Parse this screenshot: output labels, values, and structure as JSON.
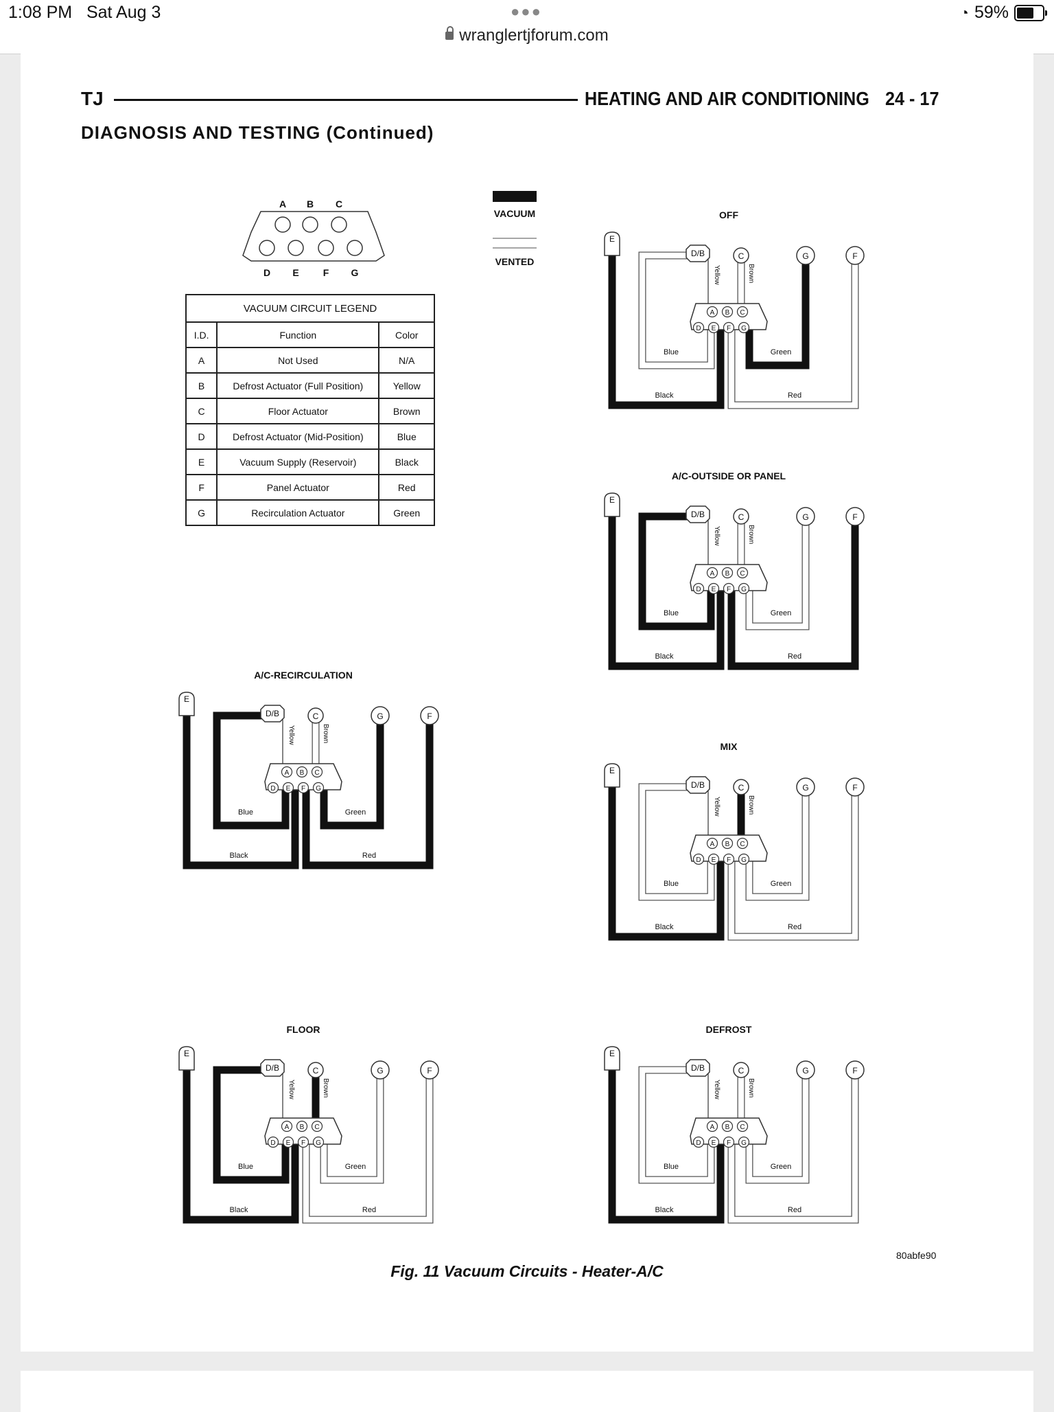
{
  "status_bar": {
    "time": "1:08 PM",
    "date": "Sat Aug 3",
    "url": "wranglertjforum.com",
    "battery": "59%",
    "battery_level": 0.59
  },
  "header": {
    "left": "TJ",
    "title": "HEATING AND AIR CONDITIONING",
    "page": "24 - 17"
  },
  "section_title": "DIAGNOSIS AND TESTING (Continued)",
  "connector": {
    "top_letters": [
      "A",
      "B",
      "C"
    ],
    "bottom_letters": [
      "D",
      "E",
      "F",
      "G"
    ]
  },
  "key": {
    "vacuum": "VACUUM",
    "vented": "VENTED"
  },
  "legend": {
    "title": "VACUUM CIRCUIT LEGEND",
    "headers": [
      "I.D.",
      "Function",
      "Color"
    ],
    "rows": [
      [
        "A",
        "Not Used",
        "N/A"
      ],
      [
        "B",
        "Defrost Actuator (Full Position)",
        "Yellow"
      ],
      [
        "C",
        "Floor Actuator",
        "Brown"
      ],
      [
        "D",
        "Defrost Actuator (Mid-Position)",
        "Blue"
      ],
      [
        "E",
        "Vacuum Supply (Reservoir)",
        "Black"
      ],
      [
        "F",
        "Panel Actuator",
        "Red"
      ],
      [
        "G",
        "Recirculation Actuator",
        "Green"
      ]
    ]
  },
  "wire_labels": {
    "blue": "Blue",
    "black": "Black",
    "green": "Green",
    "red": "Red",
    "yellow": "Yellow",
    "brown": "Brown"
  },
  "port_labels": {
    "e": "E",
    "db": "D/B",
    "c": "C",
    "g": "G",
    "f": "F"
  },
  "pin_labels": [
    "A",
    "B",
    "C",
    "D",
    "E",
    "F",
    "G"
  ],
  "circuits": [
    {
      "title": "OFF",
      "vacuum": {
        "db": false,
        "c": false,
        "g": true,
        "f": false,
        "black": true
      }
    },
    {
      "title": "A/C-OUTSIDE OR PANEL",
      "vacuum": {
        "db": true,
        "c": false,
        "g": false,
        "f": true,
        "black": true
      }
    },
    {
      "title": "A/C-RECIRCULATION",
      "vacuum": {
        "db": true,
        "c": false,
        "g": true,
        "f": true,
        "black": true
      }
    },
    {
      "title": "MIX",
      "vacuum": {
        "db": false,
        "c": true,
        "g": false,
        "f": false,
        "black": true
      }
    },
    {
      "title": "FLOOR",
      "vacuum": {
        "db": true,
        "c": true,
        "g": false,
        "f": false,
        "black": true
      }
    },
    {
      "title": "DEFROST",
      "vacuum": {
        "db": false,
        "c": false,
        "g": false,
        "f": false,
        "black": true
      }
    }
  ],
  "figure_caption": "Fig. 11 Vacuum Circuits - Heater-A/C",
  "figure_code": "80abfe90"
}
